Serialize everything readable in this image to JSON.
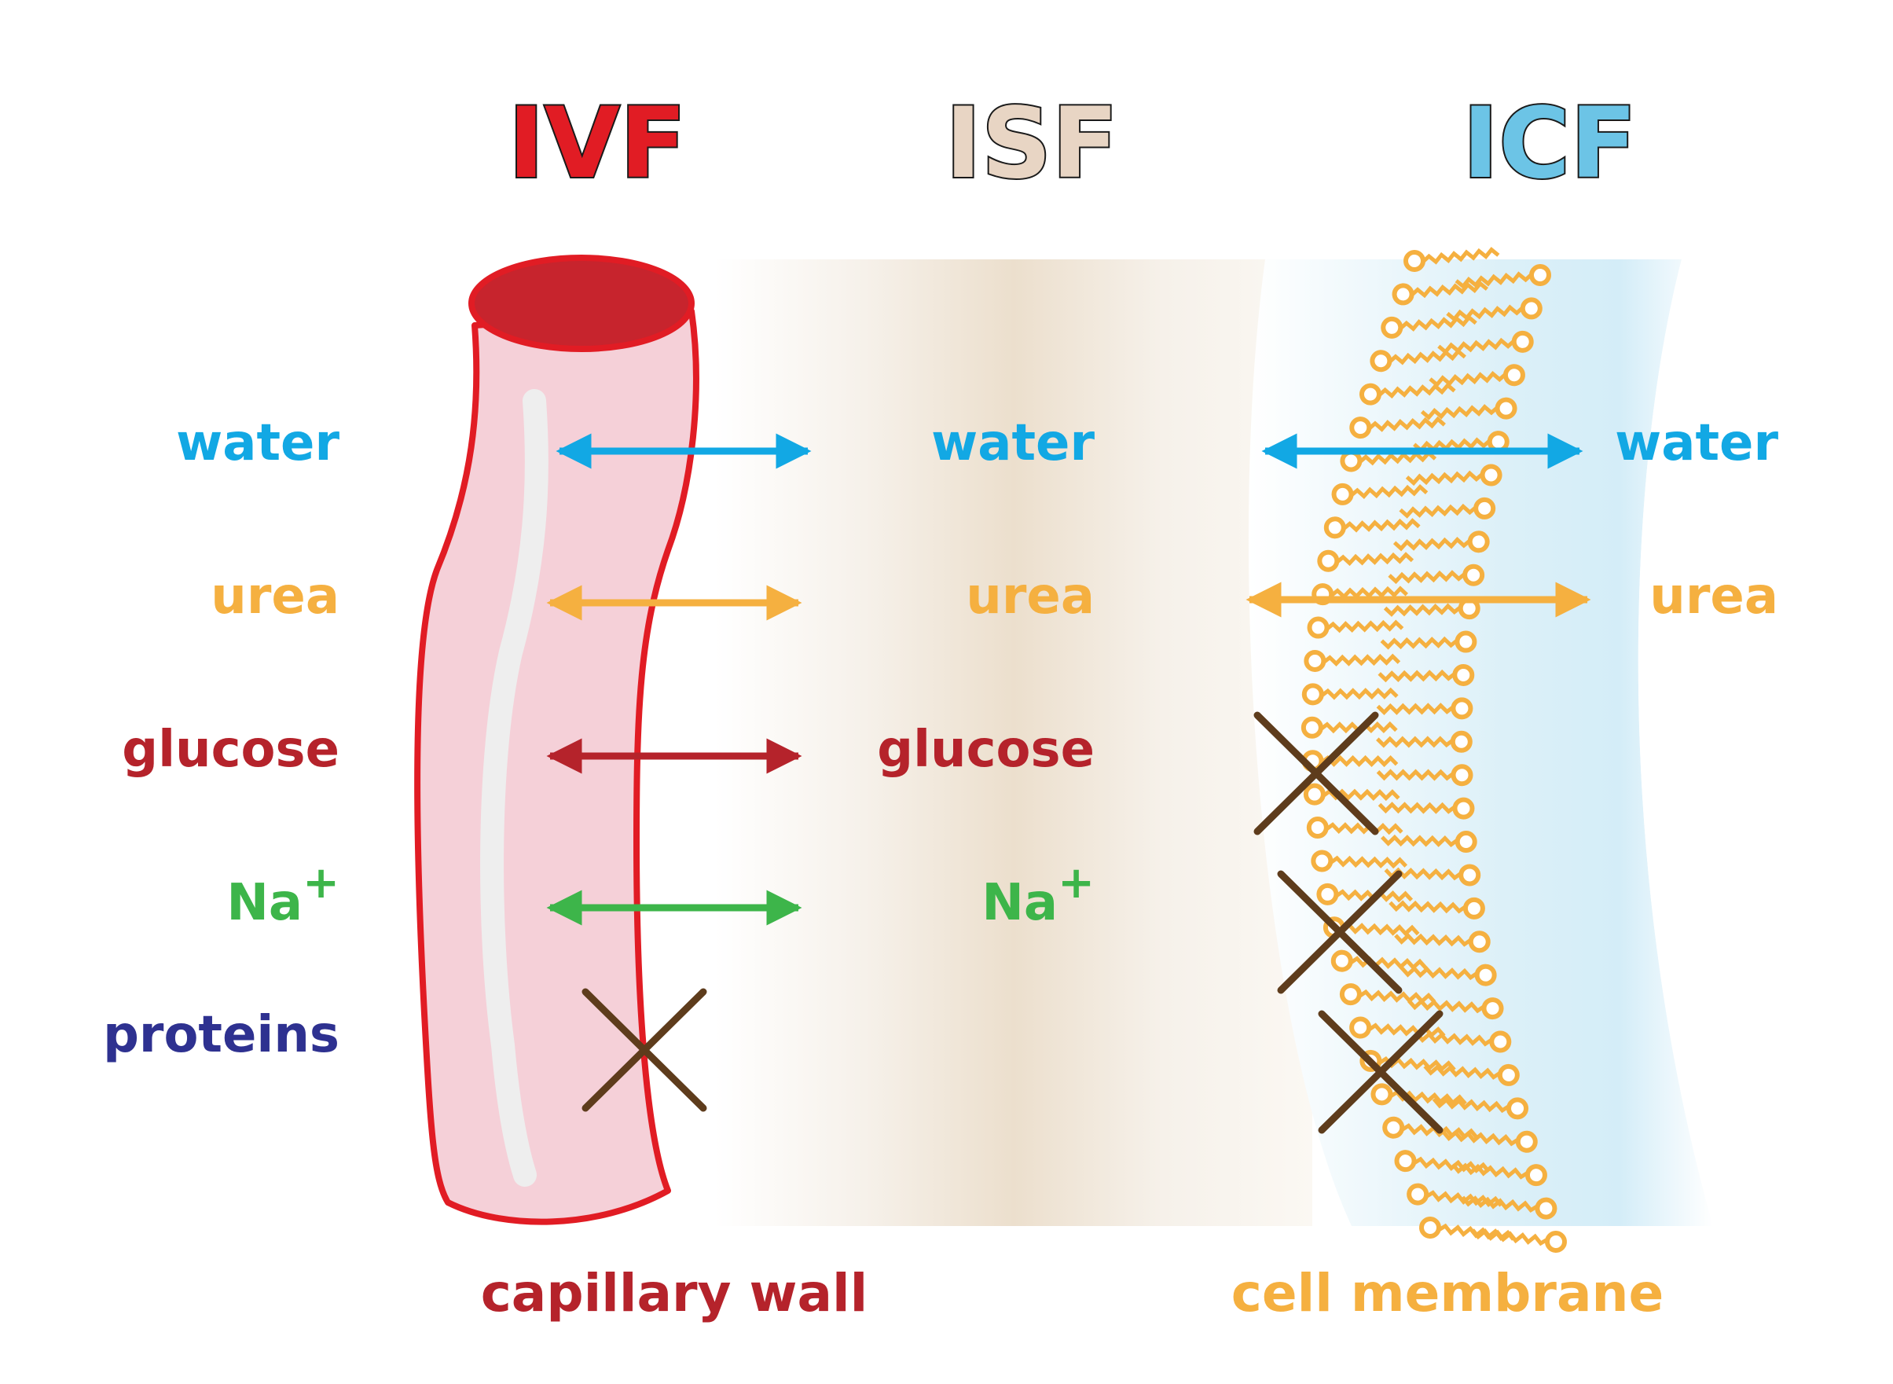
{
  "headers": {
    "ivf": "IVF",
    "isf": "ISF",
    "icf": "ICF"
  },
  "colors": {
    "ivf": "#e11c24",
    "isf": "#e8d5c4",
    "icf": "#6cc4e6",
    "water": "#12a8e4",
    "urea": "#f5b040",
    "glucose": "#b5232b",
    "sodium": "#3db54a",
    "proteins": "#2e3190",
    "blocked_mark": "#5e3c1c",
    "vessel_fill": "#f5d0d8",
    "vessel_outline": "#e11c24",
    "vessel_top": "#c7242d",
    "phospholipid": "#f5b040"
  },
  "labels": {
    "left": {
      "water": "water",
      "urea": "urea",
      "glucose": "glucose",
      "sodium": "Na",
      "sodium_charge": "+",
      "proteins": "proteins"
    },
    "middle": {
      "water": "water",
      "urea": "urea",
      "glucose": "glucose",
      "sodium": "Na",
      "sodium_charge": "+"
    },
    "right": {
      "water": "water",
      "urea": "urea"
    }
  },
  "captions": {
    "capillary_wall": "capillary wall",
    "cell_membrane": "cell membrane"
  },
  "transport": {
    "capillary_wall": {
      "water": "passes",
      "urea": "passes",
      "glucose": "passes",
      "sodium": "passes",
      "proteins": "blocked"
    },
    "cell_membrane": {
      "water": "passes",
      "urea": "passes",
      "glucose": "blocked",
      "sodium": "blocked",
      "proteins": "blocked"
    }
  }
}
